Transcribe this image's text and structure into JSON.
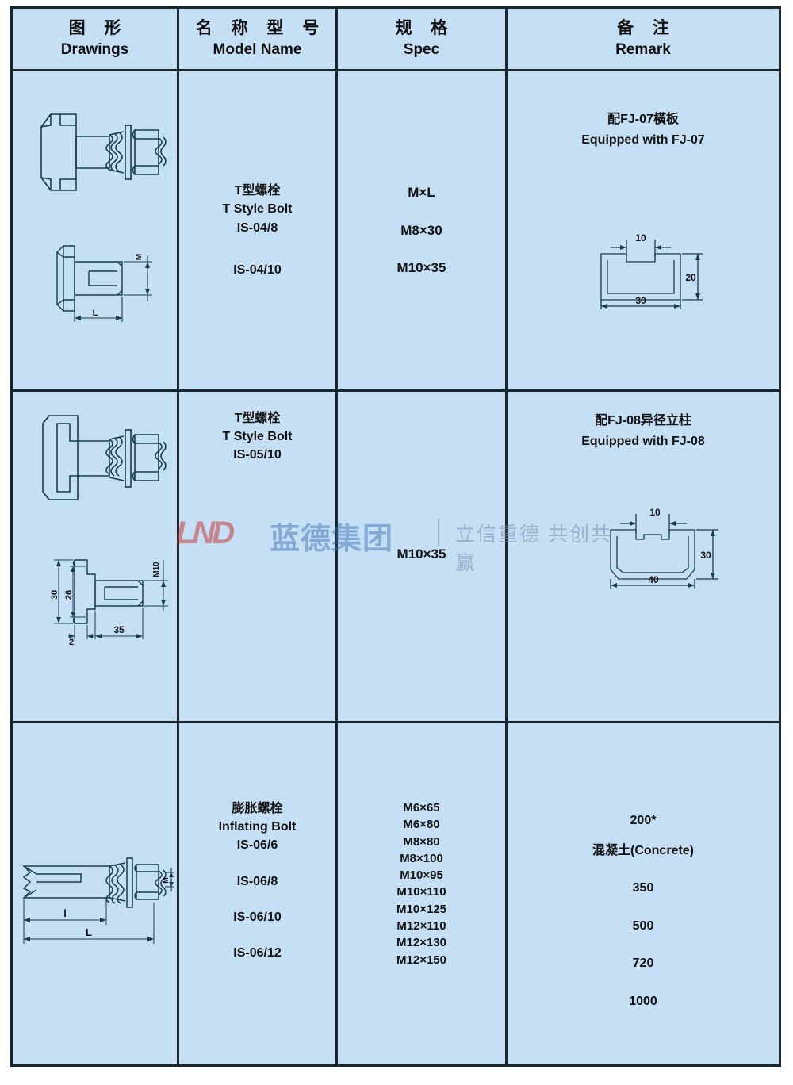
{
  "table": {
    "headers": [
      {
        "cn": "图 形",
        "en": "Drawings"
      },
      {
        "cn": "名 称 型 号",
        "en": "Model Name"
      },
      {
        "cn": "规 格",
        "en": "Spec"
      },
      {
        "cn": "备 注",
        "en": "Remark"
      }
    ],
    "rows": [
      {
        "drawing": {
          "name": "t-style-bolt-assembly",
          "dim_labels": {
            "length": "L",
            "thread": "M"
          }
        },
        "model": {
          "cn": "T型螺栓",
          "en": "T Style Bolt",
          "codes": [
            "IS-04/8",
            "IS-04/10"
          ]
        },
        "spec": [
          "M×L",
          "M8×30",
          "M10×35"
        ],
        "remark": {
          "cn": "配FJ-07橫板",
          "en": "Equipped with FJ-07",
          "diagram": {
            "name": "c-channel-profile-fj07",
            "dims": {
              "slot": "10",
              "height": "20",
              "width": "30"
            }
          }
        }
      },
      {
        "drawing": {
          "name": "t-style-bolt-assembly-hooked",
          "dim_labels": {
            "outer_height": "30",
            "inner_height": "26",
            "flange": "2",
            "length": "35",
            "thread": "M10"
          }
        },
        "model": {
          "cn": "T型螺栓",
          "en": "T Style Bolt",
          "codes": [
            "IS-05/10"
          ]
        },
        "spec": [
          "M10×35"
        ],
        "remark": {
          "cn": "配FJ-08异径立柱",
          "en": "Equipped with FJ-08",
          "diagram": {
            "name": "c-channel-profile-fj08",
            "dims": {
              "slot": "10",
              "height": "30",
              "width": "40"
            }
          }
        }
      },
      {
        "drawing": {
          "name": "inflating-expansion-bolt",
          "dim_labels": {
            "sleeve": "l",
            "total": "L",
            "thread": "M"
          }
        },
        "model": {
          "cn": "膨胀螺栓",
          "en": "Inflating Bolt",
          "codes": [
            "IS-06/6",
            "IS-06/8",
            "IS-06/10",
            "IS-06/12"
          ]
        },
        "spec": [
          "M6×65",
          "M6×80",
          "M8×80",
          "M8×100",
          "M10×95",
          "M10×110",
          "M10×125",
          "M12×110",
          "M12×130",
          "M12×150"
        ],
        "remark": {
          "cn": "混凝土(Concrete)",
          "en": "",
          "values": [
            "200*",
            "350",
            "500",
            "720",
            "1000"
          ]
        }
      }
    ]
  },
  "watermark": {
    "logo": "LND",
    "brand": "蓝德集团",
    "slogan": "立信重德 共创共赢"
  },
  "colors": {
    "cell_bg": "#c5e0f5",
    "border": "#18252b",
    "text": "#111111",
    "watermark_red": "#c43c3c",
    "watermark_blue": "#3a6cb2"
  }
}
